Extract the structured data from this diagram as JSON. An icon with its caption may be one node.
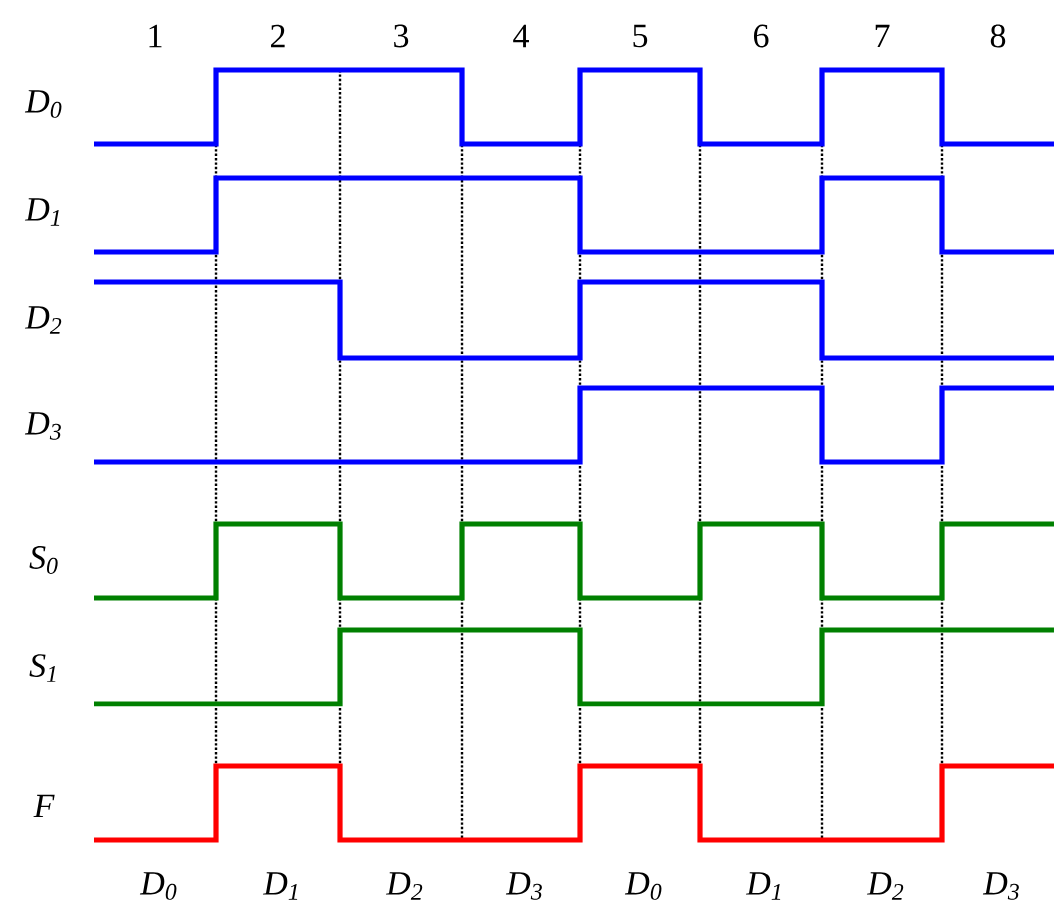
{
  "diagram": {
    "labels": [
      "1",
      "2",
      "3",
      "4",
      "5",
      "6",
      "7",
      "8",
      "D$_{0}$",
      "D$_{1}$",
      "D$_{2}$",
      "D$_{3}$",
      "S$_{0}$",
      "S$_{1}$",
      "F",
      "D$_{0}$",
      "D$_{1}$",
      "D$_{2}$",
      "D$_{3}$",
      "D$_{0}$",
      "D$_{1}$",
      "D$_{2}$",
      "D$_{3}$"
    ]
  }
}
